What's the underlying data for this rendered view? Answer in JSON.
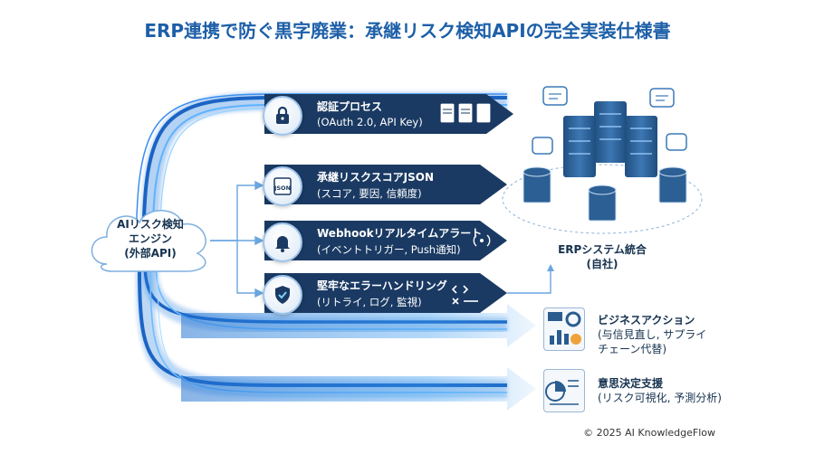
{
  "title": "ERP連携で防ぐ黒字廃業：承継リスク検知APIの完全実装仕様書",
  "engine": {
    "line1": "AIリスク検知",
    "line2": "エンジン",
    "line3": "(外部API)"
  },
  "steps": [
    {
      "title": "認証プロセス",
      "sub": "(OAuth 2.0, API Key)",
      "icon": "lock-icon"
    },
    {
      "title": "承継リスクスコアJSON",
      "sub": "(スコア, 要因, 信頼度)",
      "icon": "json-icon",
      "icon_text": "JSON"
    },
    {
      "title": "Webhookリアルタイムアラート",
      "sub": "(イベントトリガー, Push通知)",
      "icon": "bell-icon"
    },
    {
      "title": "堅牢なエラーハンドリング",
      "sub": "(リトライ, ログ, 監視)",
      "icon": "shield-check-icon"
    }
  ],
  "erp": {
    "line1": "ERPシステム統合",
    "line2": "(自社)"
  },
  "outputs": [
    {
      "title": "ビジネスアクション",
      "line2": "(与信見直し, サプライ",
      "line3": "チェーン代替)",
      "icon": "dashboard-icon"
    },
    {
      "title": "意思決定支援",
      "line2": "(リスク可視化, 予測分析)",
      "icon": "report-icon"
    }
  ],
  "copyright": "© 2025 AI KnowledgeFlow",
  "colors": {
    "title": "#1d5fa8",
    "band": "#1a3a63",
    "glow": "#2f8fe6",
    "server": "#2a5c8f"
  }
}
